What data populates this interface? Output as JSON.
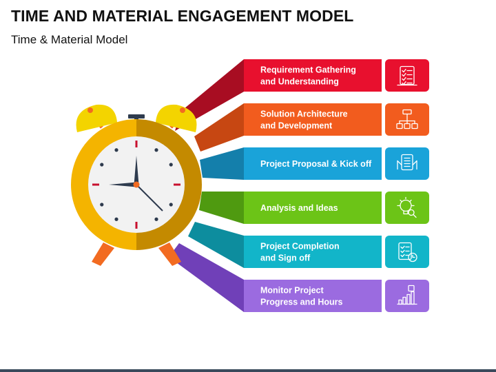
{
  "title": "TIME AND MATERIAL ENGAGEMENT MODEL",
  "subtitle": "Time & Material Model",
  "colors": {
    "clock_ring_left": "#f4b400",
    "clock_ring_right": "#c48a00",
    "clock_face": "#f2f2f2",
    "bell": "#f3d400",
    "feet": "#f26b21",
    "hands": "#2e3b4e",
    "tick_marks_major": "#c8102e"
  },
  "steps": [
    {
      "lines": [
        "Requirement Gathering",
        "and Understanding"
      ],
      "color": "#e8102e",
      "dark": "#a80d22",
      "icon": "checklist-document-icon"
    },
    {
      "lines": [
        "Solution Architecture",
        "and Development"
      ],
      "color": "#f25c1e",
      "dark": "#c74712",
      "icon": "hierarchy-chart-icon"
    },
    {
      "lines": [
        "Project Proposal & Kick off"
      ],
      "color": "#1aa3d9",
      "dark": "#147fab",
      "icon": "proposal-document-icon"
    },
    {
      "lines": [
        "Analysis and Ideas"
      ],
      "color": "#6cc417",
      "dark": "#4f9a10",
      "icon": "lightbulb-search-icon"
    },
    {
      "lines": [
        "Project Completion",
        "and Sign off"
      ],
      "color": "#12b5c9",
      "dark": "#0d8d9e",
      "icon": "checklist-clock-icon"
    },
    {
      "lines": [
        "Monitor Project",
        "Progress and Hours"
      ],
      "color": "#9b6be0",
      "dark": "#7040b8",
      "icon": "growth-chart-icon"
    }
  ]
}
